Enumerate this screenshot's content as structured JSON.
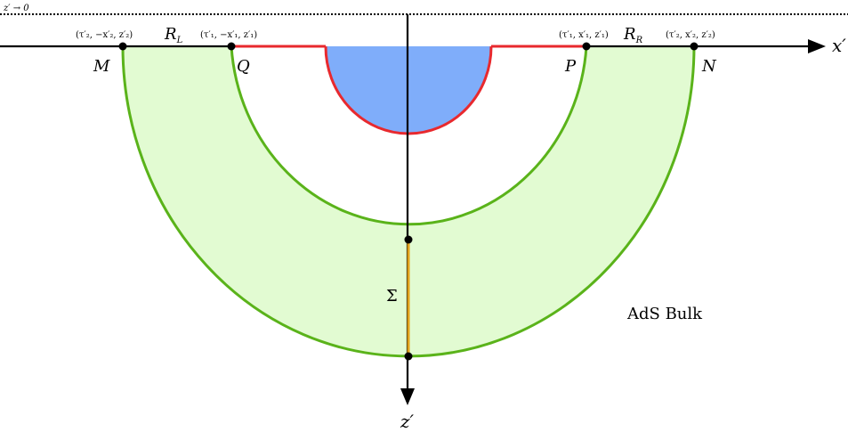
{
  "boundary_label": "z′ → 0",
  "axis_x_label": "x′",
  "axis_z_label": "z′",
  "bulk_label": "AdS Bulk",
  "surface_label": "Σ",
  "region_left_label": "R",
  "region_left_sub": "L",
  "region_right_label": "R",
  "region_right_sub": "R",
  "points": {
    "M": {
      "name": "M",
      "coords": "(τ′₂, −x′₂, z′₂)"
    },
    "Q": {
      "name": "Q",
      "coords": "(τ′₁, −x′₁, z′₁)"
    },
    "P": {
      "name": "P",
      "coords": "(τ′₁, x′₁, z′₁)"
    },
    "N": {
      "name": "N",
      "coords": "(τ′₂, x′₂, z′₂)"
    }
  },
  "colors": {
    "annulus_fill": "#e2fbd2",
    "annulus_stroke": "#5ab31a",
    "cap_fill": "#7fadfa",
    "cap_stroke": "#e8292e",
    "segment_red": "#e8292e",
    "sigma_stroke": "#e2a21c"
  }
}
